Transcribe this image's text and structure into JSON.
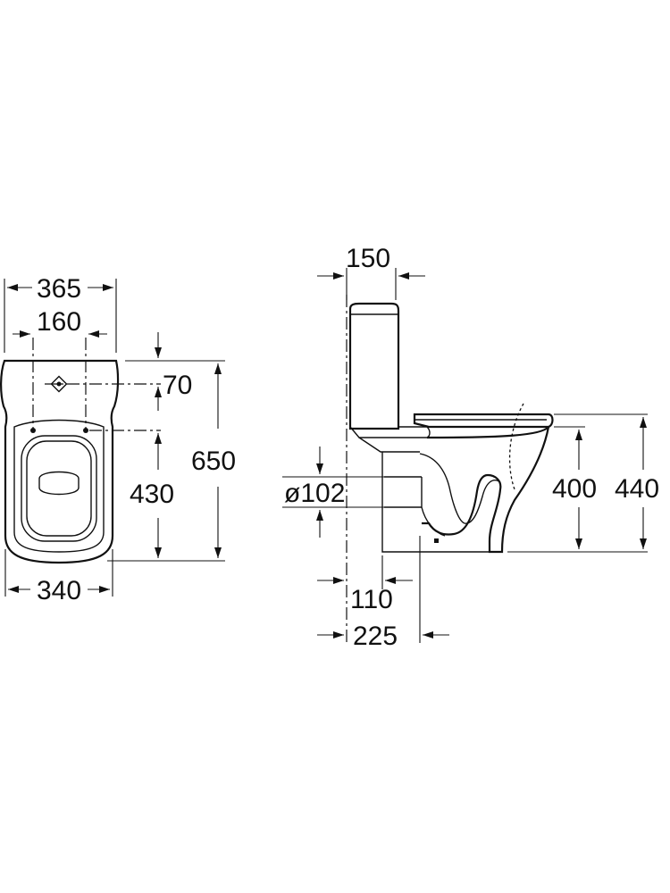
{
  "dimensions": {
    "top_view": {
      "overall_width": "365",
      "fixing_centers": "160",
      "base_width": "340",
      "fixing_to_back": "70",
      "fixing_to_front": "430",
      "overall_length": "650"
    },
    "side_view": {
      "cistern_depth": "150",
      "outlet_diameter": "ø102",
      "outlet_height": "400",
      "seat_height": "440",
      "outlet_from_wall": "110",
      "pan_from_wall": "225"
    }
  }
}
